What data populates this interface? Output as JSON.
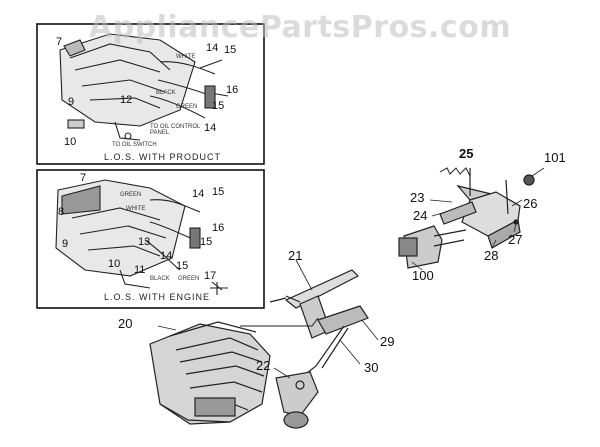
{
  "watermark": "AppliancePartsPros.com",
  "inset_top": {
    "caption": "L.O.S. WITH PRODUCT",
    "labels": {
      "n7": "7",
      "n14a": "14",
      "n15a": "15",
      "n16": "16",
      "n15b": "15",
      "n14b": "14",
      "n9": "9",
      "n12": "12",
      "n10": "10",
      "wire_white": "WHITE",
      "wire_black": "BLACK",
      "wire_green": "GREEN",
      "ctrl_panel": "TO OIL CONTROL PANEL",
      "to_switch": "TO OIL SWITCH"
    }
  },
  "inset_bottom": {
    "caption": "L.O.S. WITH ENGINE",
    "labels": {
      "n7": "7",
      "n8": "8",
      "n14": "14",
      "n15a": "15",
      "n16": "16",
      "n15b": "15",
      "n9": "9",
      "n13": "13",
      "n14b": "14",
      "n15c": "15",
      "n10": "10",
      "n11": "11",
      "n17": "17",
      "wire_green": "GREEN",
      "wire_white": "WHITE",
      "wire_black": "BLACK",
      "wire_green2": "GREEN"
    }
  },
  "main_labels": {
    "n25": "25",
    "n101": "101",
    "n23": "23",
    "n26": "26",
    "n24": "24",
    "n27": "27",
    "n28": "28",
    "n100": "100",
    "n21": "21",
    "n20": "20",
    "n29": "29",
    "n22": "22",
    "n30": "30"
  }
}
